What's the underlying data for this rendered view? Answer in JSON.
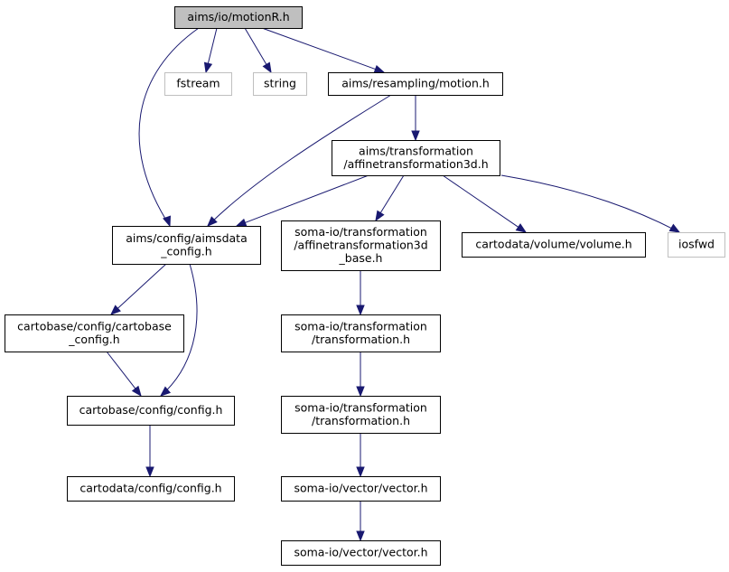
{
  "nodes": {
    "motionR": [
      "aims/io/motionR.h"
    ],
    "fstream": [
      "fstream"
    ],
    "string": [
      "string"
    ],
    "motion": [
      "aims/resampling/motion.h"
    ],
    "affine3d": [
      "aims/transformation",
      "/affinetransformation3d.h"
    ],
    "aimsdata_config": [
      "aims/config/aimsdata",
      "_config.h"
    ],
    "affine3d_base": [
      "soma-io/transformation",
      "/affinetransformation3d",
      "_base.h"
    ],
    "volume": [
      "cartodata/volume/volume.h"
    ],
    "iosfwd": [
      "iosfwd"
    ],
    "cartobase_config": [
      "cartobase/config/cartobase",
      "_config.h"
    ],
    "soma_transformation_1": [
      "soma-io/transformation",
      "/transformation.h"
    ],
    "cartobase_config_h": [
      "cartobase/config/config.h"
    ],
    "soma_transformation_2": [
      "soma-io/transformation",
      "/transformation.h"
    ],
    "cartodata_config_h": [
      "cartodata/config/config.h"
    ],
    "soma_vector_1": [
      "soma-io/vector/vector.h"
    ],
    "soma_vector_2": [
      "soma-io/vector/vector.h"
    ]
  },
  "edges": [
    [
      "motionR",
      "fstream"
    ],
    [
      "motionR",
      "string"
    ],
    [
      "motionR",
      "motion"
    ],
    [
      "motionR",
      "aimsdata_config"
    ],
    [
      "motion",
      "affine3d"
    ],
    [
      "motion",
      "aimsdata_config"
    ],
    [
      "affine3d",
      "aimsdata_config"
    ],
    [
      "affine3d",
      "affine3d_base"
    ],
    [
      "affine3d",
      "volume"
    ],
    [
      "affine3d",
      "iosfwd"
    ],
    [
      "aimsdata_config",
      "cartobase_config"
    ],
    [
      "aimsdata_config",
      "cartobase_config_h"
    ],
    [
      "cartobase_config",
      "cartobase_config_h"
    ],
    [
      "cartobase_config_h",
      "cartodata_config_h"
    ],
    [
      "affine3d_base",
      "soma_transformation_1"
    ],
    [
      "soma_transformation_1",
      "soma_transformation_2"
    ],
    [
      "soma_transformation_2",
      "soma_vector_1"
    ],
    [
      "soma_vector_1",
      "soma_vector_2"
    ]
  ]
}
